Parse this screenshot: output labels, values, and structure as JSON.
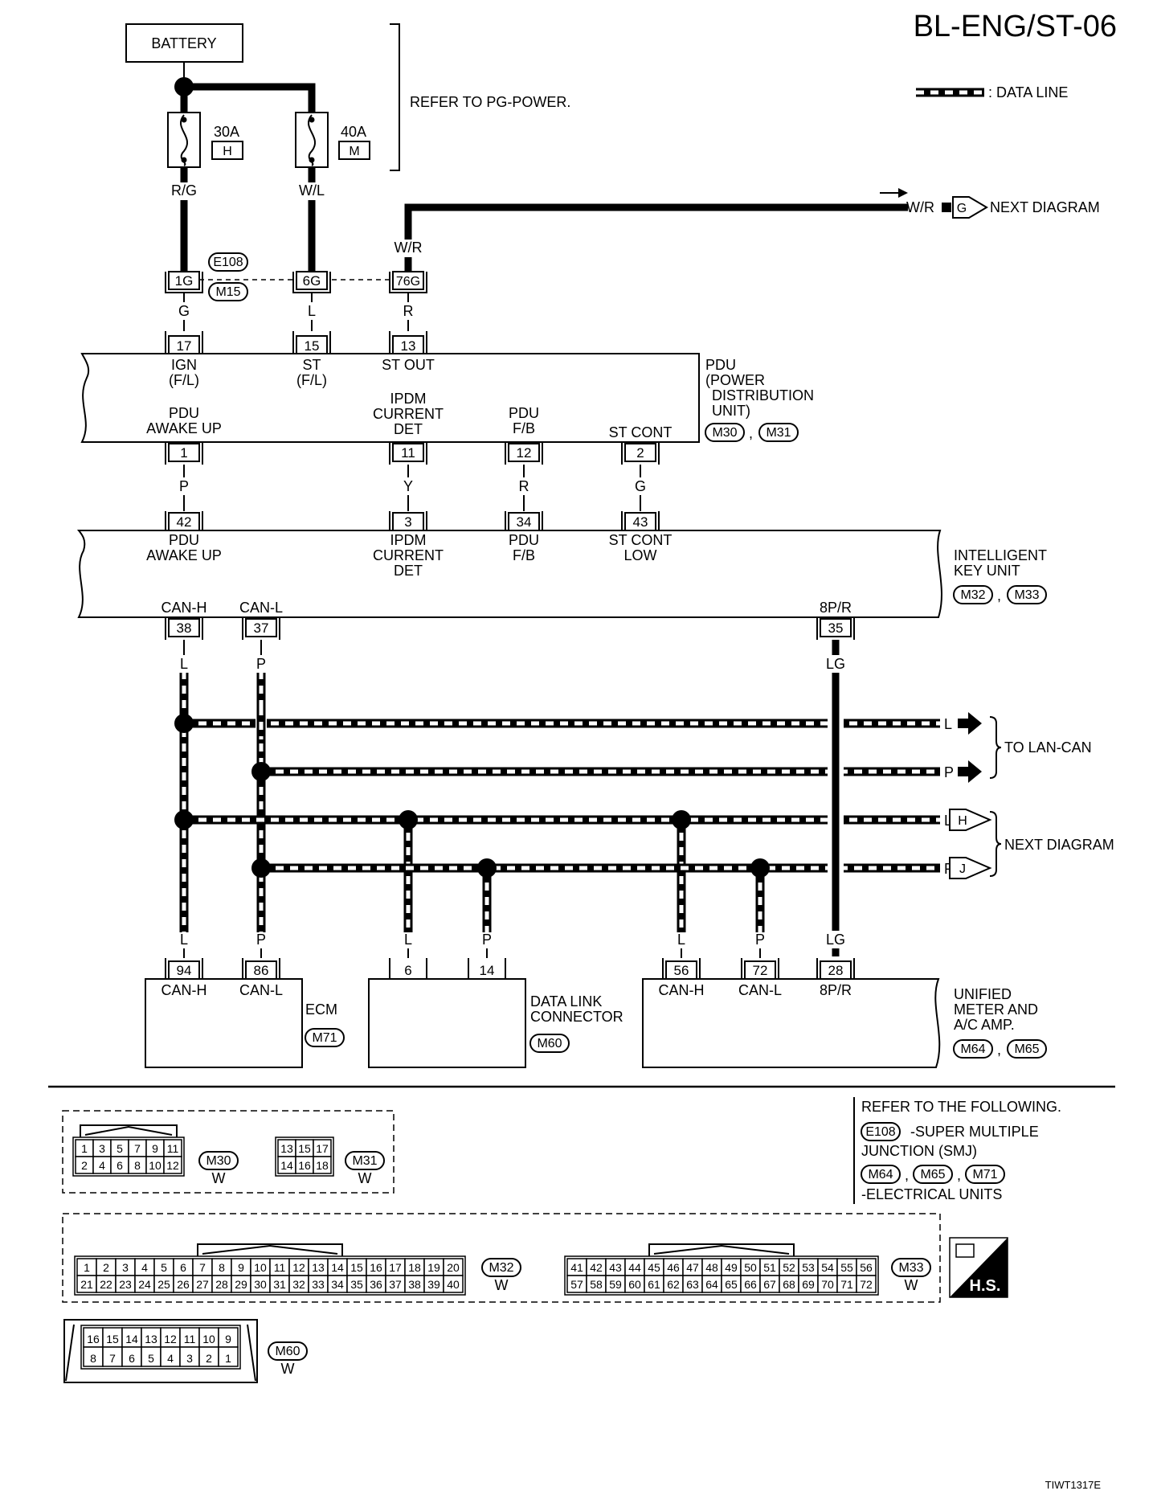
{
  "header": {
    "title": "BL-ENG/ST-06",
    "data_line_legend": ": DATA LINE"
  },
  "battery": "BATTERY",
  "refer_pg": "REFER TO PG-POWER.",
  "fuses": [
    {
      "amp": "30A",
      "id": "H",
      "wire": "R/G"
    },
    {
      "amp": "40A",
      "id": "M",
      "wire": "W/L"
    }
  ],
  "top_next": {
    "wire": "W/R",
    "connector": "G",
    "text": "NEXT DIAGRAM"
  },
  "st_wire": "W/R",
  "smj": {
    "e": "E108",
    "m": "M15",
    "pins": [
      "1G",
      "6G",
      "76G"
    ],
    "wires": [
      "G",
      "L",
      "R"
    ]
  },
  "pdu": {
    "title_lines": [
      "PDU",
      "(POWER",
      "DISTRIBUTION",
      "UNIT)"
    ],
    "connectors": [
      "M30",
      "M31"
    ],
    "top_pins": [
      "17",
      "15",
      "13"
    ],
    "top_labels": [
      [
        "IGN",
        "(F/L)"
      ],
      [
        "ST",
        "(F/L)"
      ],
      [
        "ST OUT"
      ]
    ],
    "bottom_pins": [
      "1",
      "11",
      "12",
      "2"
    ],
    "bottom_labels": [
      [
        "PDU",
        "AWAKE UP"
      ],
      [
        "IPDM",
        "CURRENT",
        "DET"
      ],
      [
        "PDU",
        "F/B"
      ],
      [
        "ST CONT"
      ]
    ]
  },
  "pdu_ik_wires": [
    "P",
    "Y",
    "R",
    "G"
  ],
  "ik": {
    "title_lines": [
      "INTELLIGENT",
      "KEY UNIT"
    ],
    "connectors": [
      "M32",
      "M33"
    ],
    "top_pins": [
      "42",
      "3",
      "34",
      "43"
    ],
    "top_labels": [
      [
        "PDU",
        "AWAKE UP"
      ],
      [
        "IPDM",
        "CURRENT",
        "DET"
      ],
      [
        "PDU",
        "F/B"
      ],
      [
        "ST CONT",
        "LOW"
      ]
    ],
    "bottom_pins": [
      "38",
      "37",
      "35"
    ],
    "bottom_labels": [
      "CAN-H",
      "CAN-L",
      "8P/R"
    ]
  },
  "can_wires": {
    "l": "L",
    "p": "P",
    "lg": "LG"
  },
  "to_lan_can": "TO LAN-CAN",
  "next_diagram": "NEXT DIAGRAM",
  "next_connectors": [
    "H",
    "J"
  ],
  "ecm": {
    "name": "ECM",
    "connector": "M71",
    "pins": [
      "94",
      "86"
    ],
    "labels": [
      "CAN-H",
      "CAN-L"
    ]
  },
  "dlc": {
    "name_lines": [
      "DATA LINK",
      "CONNECTOR"
    ],
    "connector": "M60",
    "pins": [
      "6",
      "14"
    ]
  },
  "meter": {
    "name_lines": [
      "UNIFIED",
      "METER AND",
      "A/C AMP."
    ],
    "connectors": [
      "M64",
      "M65"
    ],
    "pins": [
      "56",
      "72",
      "28"
    ],
    "labels": [
      "CAN-H",
      "CAN-L",
      "8P/R"
    ]
  },
  "refer_following": {
    "title": "REFER TO THE FOLLOWING.",
    "e108": "E108",
    "smj_text": [
      "-SUPER MULTIPLE",
      "JUNCTION (SMJ)"
    ],
    "units": [
      "M64",
      "M65",
      "M71"
    ],
    "units_text": "-ELECTRICAL UNITS"
  },
  "connector_views": {
    "m30": {
      "id": "M30",
      "color": "W",
      "rows": [
        [
          "1",
          "3",
          "5",
          "7",
          "9",
          "11"
        ],
        [
          "2",
          "4",
          "6",
          "8",
          "10",
          "12"
        ]
      ]
    },
    "m31": {
      "id": "M31",
      "color": "W",
      "rows": [
        [
          "13",
          "15",
          "17"
        ],
        [
          "14",
          "16",
          "18"
        ]
      ]
    },
    "m32": {
      "id": "M32",
      "color": "W",
      "rows": [
        [
          "1",
          "2",
          "3",
          "4",
          "5",
          "6",
          "7",
          "8",
          "9",
          "10",
          "11",
          "12",
          "13",
          "14",
          "15",
          "16",
          "17",
          "18",
          "19",
          "20"
        ],
        [
          "21",
          "22",
          "23",
          "24",
          "25",
          "26",
          "27",
          "28",
          "29",
          "30",
          "31",
          "32",
          "33",
          "34",
          "35",
          "36",
          "37",
          "38",
          "39",
          "40"
        ]
      ]
    },
    "m33": {
      "id": "M33",
      "color": "W",
      "rows": [
        [
          "41",
          "42",
          "43",
          "44",
          "45",
          "46",
          "47",
          "48",
          "49",
          "50",
          "51",
          "52",
          "53",
          "54",
          "55",
          "56"
        ],
        [
          "57",
          "58",
          "59",
          "60",
          "61",
          "62",
          "63",
          "64",
          "65",
          "66",
          "67",
          "68",
          "69",
          "70",
          "71",
          "72"
        ]
      ]
    },
    "m60": {
      "id": "M60",
      "color": "W",
      "rows": [
        [
          "16",
          "15",
          "14",
          "13",
          "12",
          "11",
          "10",
          "9"
        ],
        [
          "8",
          "7",
          "6",
          "5",
          "4",
          "3",
          "2",
          "1"
        ]
      ]
    }
  },
  "hs_badge": "H.S.",
  "figure_code": "TIWT1317E"
}
